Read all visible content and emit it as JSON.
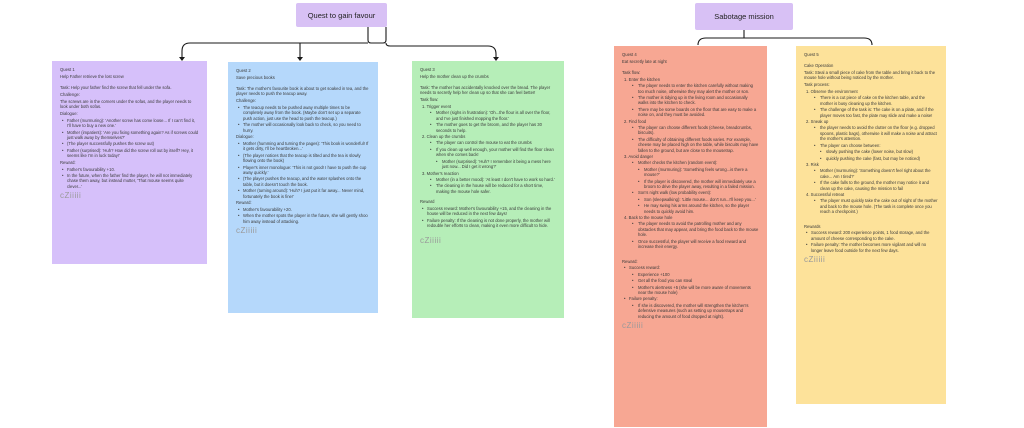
{
  "headers": {
    "left": "Quest to gain favour",
    "right": "Sabotage mission"
  },
  "cards": [
    {
      "lines": [
        {
          "t": "p",
          "x": "Quest 1"
        },
        {
          "t": "p",
          "x": "Help Father retrieve the lost screw"
        },
        {
          "t": "gap"
        },
        {
          "t": "p",
          "x": "Task: Help your father find the screw that fell under the sofa."
        },
        {
          "t": "p",
          "x": "Challenge:"
        },
        {
          "t": "p",
          "x": "The screws are in the corners under the sofas, and the player needs to look under both sofas."
        },
        {
          "t": "p",
          "x": "Dialogue:"
        },
        {
          "t": "b",
          "x": "Father (murmuring): 'Another screw has come loose... If I can't find it, I'll have to buy a new one.'"
        },
        {
          "t": "b",
          "x": "Mother (impatient): 'Are you fixing something again? As if screws could just walk away by themselves?'"
        },
        {
          "t": "b",
          "x": "(The player successfully pushes the screw out)"
        },
        {
          "t": "b",
          "x": "Father (surprised): 'Huh? How did the screw roll out by itself? Hey, it seems like I'm in luck today!'"
        },
        {
          "t": "p",
          "x": "Reward:"
        },
        {
          "t": "b",
          "x": "Father's favourability +10."
        },
        {
          "t": "b",
          "x": "In the future, when the father find the player, he will not immediately chase them away, but instead mutter, 'That mouse seems quite clever...'"
        },
        {
          "t": "sig",
          "x": "cZiiiii"
        }
      ]
    },
    {
      "lines": [
        {
          "t": "p",
          "x": "Quest 2"
        },
        {
          "t": "p",
          "x": "Save precious books"
        },
        {
          "t": "gap"
        },
        {
          "t": "p",
          "x": "Task: The mother's favourite book is about to get soaked in tea, and the player needs to push the teacup away."
        },
        {
          "t": "p",
          "x": "Challenge:"
        },
        {
          "t": "b",
          "x": "The teacup needs to be pushed away multiple times to be completely away from the book. (Maybe don't set up a separate push action, just use the head to push the teacup.)"
        },
        {
          "t": "b",
          "x": "The mother will occasionally look back to check, so you need to hurry."
        },
        {
          "t": "p",
          "x": "Dialogue:"
        },
        {
          "t": "b",
          "x": "Mother (humming and turning the pages): 'This book is wonderful! If it gets dirty, I'll be heartbroken...'"
        },
        {
          "t": "b",
          "x": "(The player notices that the teacup is tilted and the tea is slowly flowing onto the book)"
        },
        {
          "t": "b",
          "x": "Player's inner monologue: 'This is not good! I have to push the cup away quickly.'"
        },
        {
          "t": "b",
          "x": "(The player pushes the teacup, and the water splashes onto the table, but it doesn't touch the book."
        },
        {
          "t": "b",
          "x": "Mother (turning around): 'Huh? I just put it far away... Never mind, fortunately the book is fine!'"
        },
        {
          "t": "p",
          "x": "Reward:"
        },
        {
          "t": "b",
          "x": "Mother's favourability +20."
        },
        {
          "t": "b",
          "x": "When the mother spots the player in the future, she will gently shoo him away instead of attacking."
        },
        {
          "t": "sig",
          "x": "cZiiiii"
        }
      ]
    },
    {
      "lines": [
        {
          "t": "p",
          "x": "Quest 3"
        },
        {
          "t": "p",
          "x": "Help the mother clean up the crumbs"
        },
        {
          "t": "gap"
        },
        {
          "t": "p",
          "x": "Task: The mother has accidentally knocked over the bread. The player needs to secretly help her clean up so that she can feel better!"
        },
        {
          "t": "p",
          "x": "Task flow:"
        },
        {
          "t": "n",
          "x": "1.  Trigger event"
        },
        {
          "t": "s",
          "x": "Mother (sighs in frustration): 'Oh...the flour is all over the floor, and I've just finished mopping the floor.'"
        },
        {
          "t": "s",
          "x": "The mother goes to get the broom, and the player has 30 seconds to help."
        },
        {
          "t": "n",
          "x": "2.  Clean up the crumbs"
        },
        {
          "t": "s",
          "x": "The player can control the mouse to eat the crumbs"
        },
        {
          "t": "gap"
        },
        {
          "t": "s",
          "x": "If you clean up well enough, your mother will find the floor clean when she comes back!"
        },
        {
          "t": "s2",
          "x": "Mother (surprised): 'Huh? I remember it being a mess here just now... Did I get it wrong?'"
        },
        {
          "t": "n",
          "x": "3.  Mother's reaction"
        },
        {
          "t": "s",
          "x": "Mother (in a better mood): 'At least I don't have to work so hard.'"
        },
        {
          "t": "s",
          "x": "The cleaning in the house will be reduced for a short time, making the mouse hole safer."
        },
        {
          "t": "p",
          "x": "Reward"
        },
        {
          "t": "b",
          "x": "Success reward: Mother's favourability +15, and the cleaning in the house will be reduced in the next few days!"
        },
        {
          "t": "gap"
        },
        {
          "t": "b",
          "x": "Failure penalty: If the cleaning is not done properly, the mother will redouble her efforts to clean, making it even more difficult to hide."
        },
        {
          "t": "sig",
          "x": "cZiiiii"
        }
      ]
    },
    {
      "lines": [
        {
          "t": "p",
          "x": "Quest 4"
        },
        {
          "t": "p",
          "x": "Eat secretly late at night"
        },
        {
          "t": "gap"
        },
        {
          "t": "p",
          "x": "Task flow:"
        },
        {
          "t": "n",
          "x": "1.  Enter the kitchen"
        },
        {
          "t": "s",
          "x": "The player needs to enter the kitchen carefully without making too much noise, otherwise they may alert the mother or son."
        },
        {
          "t": "s",
          "x": "The mother is tidying up in the living room and occasionally walks into the kitchen to check."
        },
        {
          "t": "s",
          "x": "There may be some boards on the floor that are easy to make a noise on, and they must be avoided."
        },
        {
          "t": "n",
          "x": "2.  Find food"
        },
        {
          "t": "s",
          "x": "The player can choose different foods (cheese, breadcrumbs, biscuits)."
        },
        {
          "t": "gap"
        },
        {
          "t": "s",
          "x": "The difficulty of obtaining different foods varies. For example, cheese may be placed high on the table, while biscuits may have fallen to the ground, but are close to the mousetrap."
        },
        {
          "t": "n",
          "x": "3.  Avoid danger"
        },
        {
          "t": "s",
          "x": "Mother checks the kitchen (random event):"
        },
        {
          "t": "s2",
          "x": "Mother (murmuring): 'Something feels wrong...is there a mouse?'"
        },
        {
          "t": "s2",
          "x": "If the player is discovered, the mother will immediately use a broom to drive the player away, resulting in a failed mission."
        },
        {
          "t": "s",
          "x": "Son's night walk (low probability event):"
        },
        {
          "t": "gap"
        },
        {
          "t": "s2",
          "x": "Son (sleepwalking): 'Little mouse... don't run...I'll keep you...'"
        },
        {
          "t": "s2",
          "x": "He may swing his arms around the kitchen, so the player needs to quickly avoid him."
        },
        {
          "t": "n",
          "x": "4.  Back to the mouse hole"
        },
        {
          "t": "s",
          "x": "The player needs to avoid the patrolling mother and any obstacles that may appear, and bring the food back to the mouse hole."
        },
        {
          "t": "s",
          "x": "Once successful, the player will receive a food reward and increase their energy."
        },
        {
          "t": "p",
          "x": "Reward:"
        },
        {
          "t": "b",
          "x": "Success reward:"
        },
        {
          "t": "s",
          "x": "Experience +100"
        },
        {
          "t": "s",
          "x": "Get all the food you can steal"
        },
        {
          "t": "s",
          "x": "Mother's alertness +5 (she will be more aware of movements near the mouse hole)"
        },
        {
          "t": "b",
          "x": "Failure penalty:"
        },
        {
          "t": "s",
          "x": "If she is discovered, the mother will strengthen the kitchen's defensive measures (such as setting up mousetraps and reducing the amount of food dropped at night)."
        },
        {
          "t": "sig",
          "x": "cZiiiii"
        }
      ]
    },
    {
      "lines": [
        {
          "t": "p",
          "x": "Quest 5"
        },
        {
          "t": "gap"
        },
        {
          "t": "p",
          "x": "Cake Operation"
        },
        {
          "t": "p",
          "x": "Task: Steal a small piece of cake from the table and bring it back to the mouse hole without being noticed by the mother."
        },
        {
          "t": "p",
          "x": "Task process:"
        },
        {
          "t": "n",
          "x": "1.  Observe the environment"
        },
        {
          "t": "s",
          "x": "There is a cut piece of cake on the kitchen table, and the mother is busy cleaning up the kitchen."
        },
        {
          "t": "s",
          "x": "The challenge of the task is: The cake is on a plate, and if the player moves too fast, the plate may slide and make a noise!"
        },
        {
          "t": "n",
          "x": "2.  Sneak up"
        },
        {
          "t": "gap"
        },
        {
          "t": "s",
          "x": "the player needs to avoid the clutter on the floor (e.g. dropped spoons, plastic bags), otherwise it will make a noise and attract the mother's attention."
        },
        {
          "t": "s",
          "x": "The player can choose between:"
        },
        {
          "t": "s2",
          "x": "slowly pushing the cake (lower noise, but slow)"
        },
        {
          "t": "s2",
          "x": "quickly pushing the cake (fast, but may be noticed)"
        },
        {
          "t": "n",
          "x": "3.  Risk"
        },
        {
          "t": "s",
          "x": "Mother (murmuring): 'Something doesn't feel right about the cake... Am I tired?'"
        },
        {
          "t": "s",
          "x": "If the cake falls to the ground, the mother may notice it and clean up the cake, causing the mission to fail"
        },
        {
          "t": "n",
          "x": "4.  Successful retreat"
        },
        {
          "t": "gap"
        },
        {
          "t": "s",
          "x": "The player must quickly take the cake out of sight of the mother and back to the mouse hole. (The task is complete once you reach a checkpoint.)"
        },
        {
          "t": "p",
          "x": "Rewards"
        },
        {
          "t": "b",
          "x": "Success reward: 200 experience points, 1 food storage, and the amount of cheese corresponding to the cake."
        },
        {
          "t": "b",
          "x": "Failure penalty: The mother becomes more vigilant and will no longer leave food outside for the next few days."
        },
        {
          "t": "sig",
          "x": "cZiiiii"
        }
      ]
    }
  ],
  "colors": {
    "header": "#d8c1f5",
    "card1": "#d6c0fa",
    "card2": "#b5d8fb",
    "card3": "#b6eeb8",
    "card4": "#f7a793",
    "card5": "#fde29a",
    "connector": "#1a1a1a"
  }
}
